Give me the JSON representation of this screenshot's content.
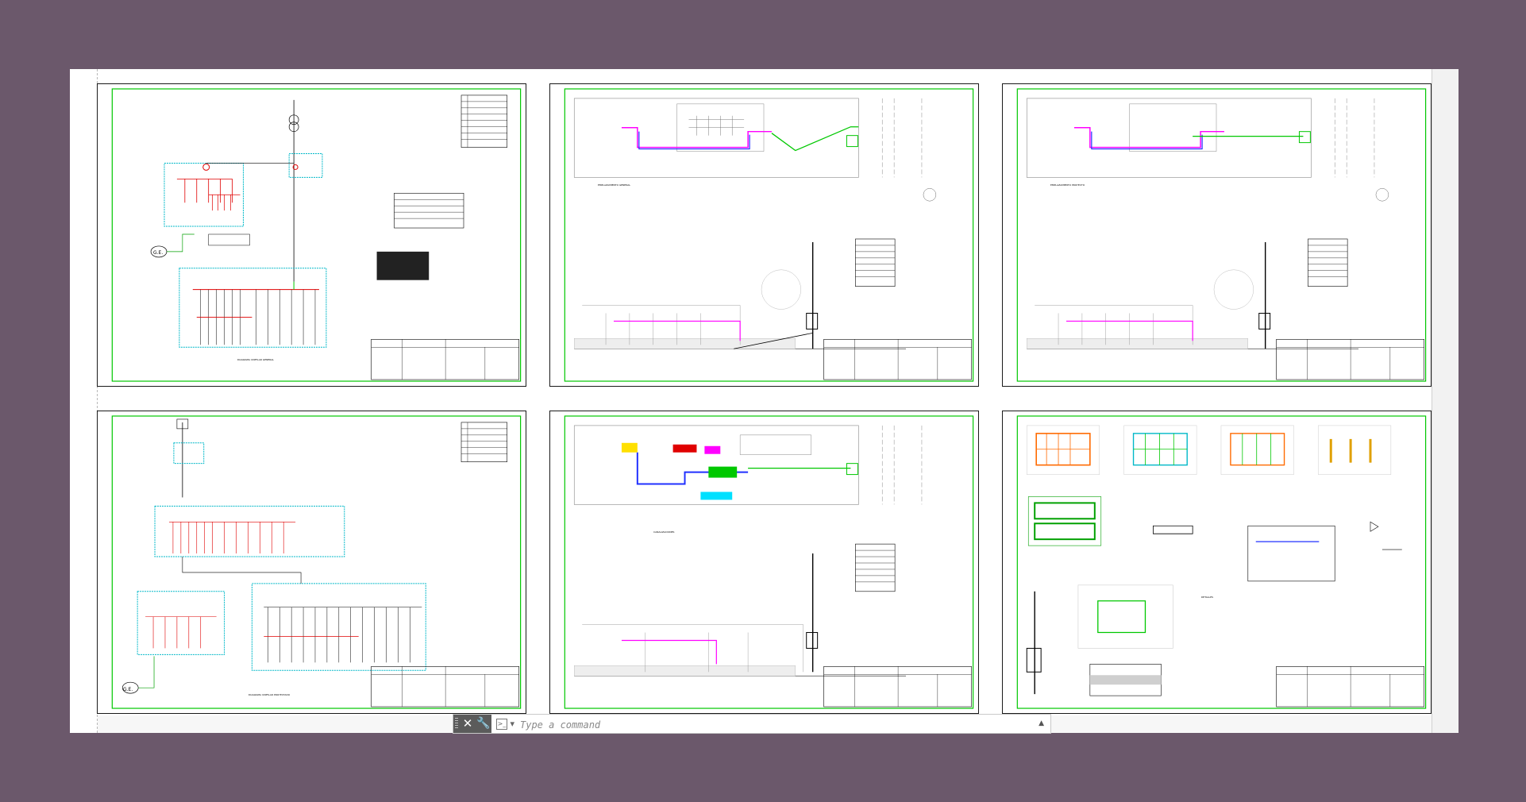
{
  "command_line": {
    "placeholder": "Type a command",
    "close_icon": "close-icon",
    "settings_icon": "wrench-icon",
    "prompt_icon": "command-prompt-icon",
    "history_icon": "caret-up-icon"
  },
  "sheets": [
    {
      "id": "sheet-1",
      "title": "DIAGRAMA UNIFILAR GENERAL",
      "kind": "single-line-diagram"
    },
    {
      "id": "sheet-2",
      "title": "EMPLAZAMIENTO GENERAL",
      "kind": "site-plan"
    },
    {
      "id": "sheet-3",
      "title": "EMPLAZAMIENTO PROYECTO",
      "kind": "site-plan"
    },
    {
      "id": "sheet-4",
      "title": "DIAGRAMA UNIFILAR PROYECTADO",
      "kind": "single-line-diagram"
    },
    {
      "id": "sheet-5",
      "title": "CANALIZACIONES",
      "kind": "site-plan-colored"
    },
    {
      "id": "sheet-6",
      "title": "DETALLES",
      "kind": "details"
    }
  ],
  "labels": {
    "genset": "G.E."
  },
  "colors": {
    "desktop": "#6b586b",
    "frame": "#00c800",
    "accent_red": "#e00000",
    "accent_cyan": "#00b8c8",
    "accent_magenta": "#ff00ff",
    "accent_blue": "#2030ff",
    "accent_orange": "#ff6a00"
  }
}
